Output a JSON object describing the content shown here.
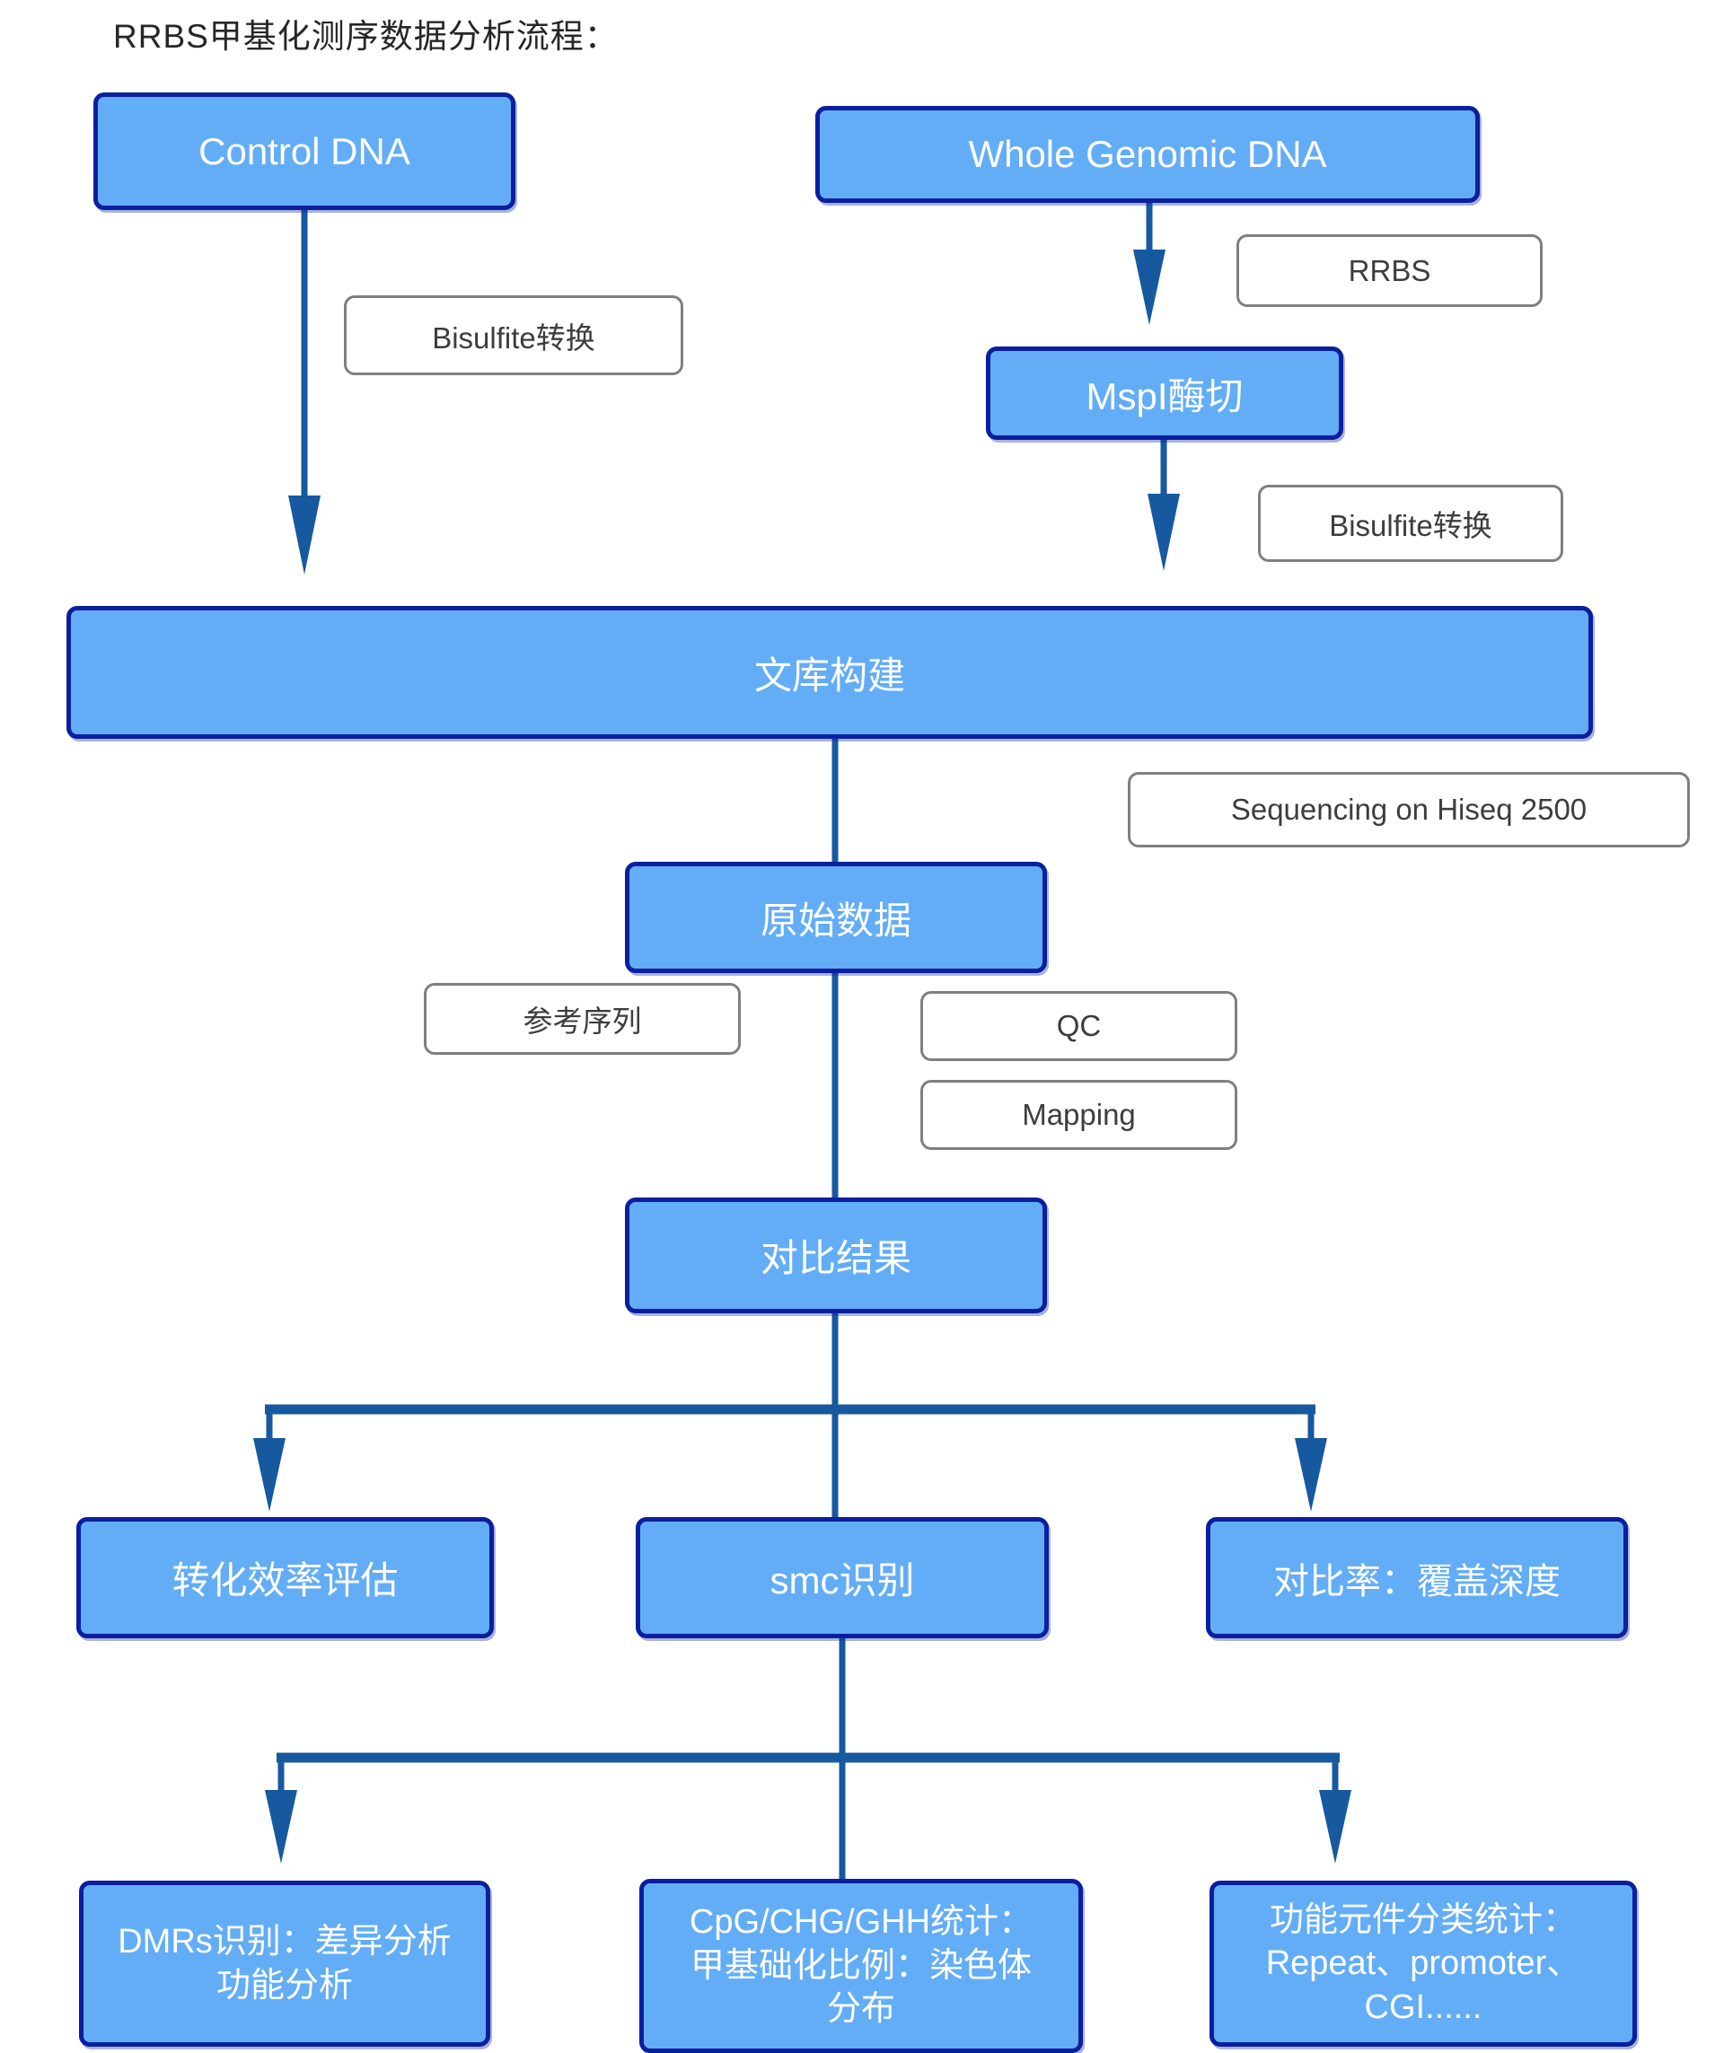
{
  "title": "RRBS甲基化测序数据分析流程：",
  "nodes": {
    "control_dna": {
      "label": "Control DNA"
    },
    "whole_genomic_dna": {
      "label": "Whole Genomic DNA"
    },
    "mspi_digestion": {
      "label": "MspI酶切"
    },
    "library_build": {
      "label": "文库构建"
    },
    "raw_data": {
      "label": "原始数据"
    },
    "alignment_result": {
      "label": "对比结果"
    },
    "conversion_eval": {
      "label": "转化效率评估"
    },
    "smc_identify": {
      "label": "smc识别"
    },
    "mapping_rate": {
      "label": "对比率：覆盖深度"
    },
    "dmrs": {
      "label": "DMRs识别：差异分析\n功能分析"
    },
    "cpg_stats": {
      "label": "CpG/CHG/GHH统计：\n甲基础化比例：染色体\n分布"
    },
    "functional_stats": {
      "label": "功能元件分类统计：\nRepeat、promoter、\nCGI......"
    }
  },
  "step_labels": {
    "bisulfite_left": "Bisulfite转换",
    "rrbs": "RRBS",
    "bisulfite_right": "Bisulfite转换",
    "sequencing": "Sequencing on Hiseq 2500",
    "reference_seq": "参考序列",
    "qc": "QC",
    "mapping": "Mapping"
  },
  "colors": {
    "node_fill": "#63ADF7",
    "node_border": "#0A1F9E",
    "connector": "#17599F",
    "label_border": "#7F7F7F",
    "label_text": "#3D3D3D"
  }
}
